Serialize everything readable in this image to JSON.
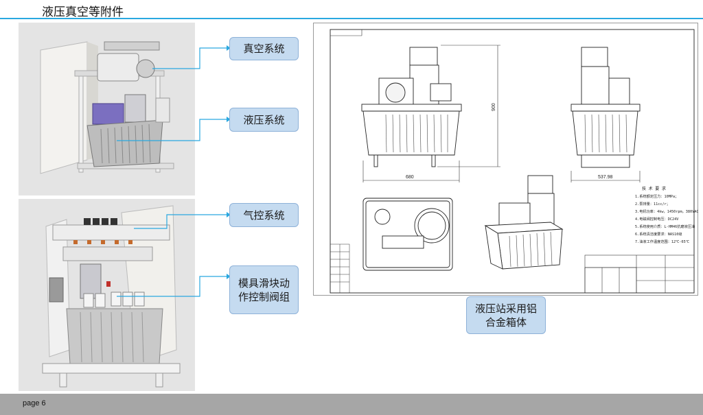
{
  "page": {
    "title": "液压真空等附件",
    "page_label": "page 6"
  },
  "callouts": {
    "vacuum": "真空系统",
    "hydraulic": "液压系统",
    "pneumatic": "气控系统",
    "mold_valve": "模具滑块动作控制阀组",
    "station": "液压站采用铝合金箱体"
  },
  "drawing": {
    "dim_height": "900",
    "dim_width": "680",
    "dim_depth": "537.98",
    "notes_title": "技 术 要 求",
    "notes": [
      "1.系统额定压力：10MPa；",
      "2.泵排量：11cc/r；",
      "3.电机功率：4kw，1450rpm，380VAC",
      "4.电磁阀控制电压：DC24V",
      "5.系统使用介质：L-HM46抗磨液压油",
      "6.系统清洁度要求：NAS10级",
      "7.油液工作温度范围：12℃-65℃"
    ]
  },
  "colors": {
    "accent_rule": "#29a8e0",
    "callout_fill": "#c5dbf0",
    "footer": "#a6a6a6"
  }
}
